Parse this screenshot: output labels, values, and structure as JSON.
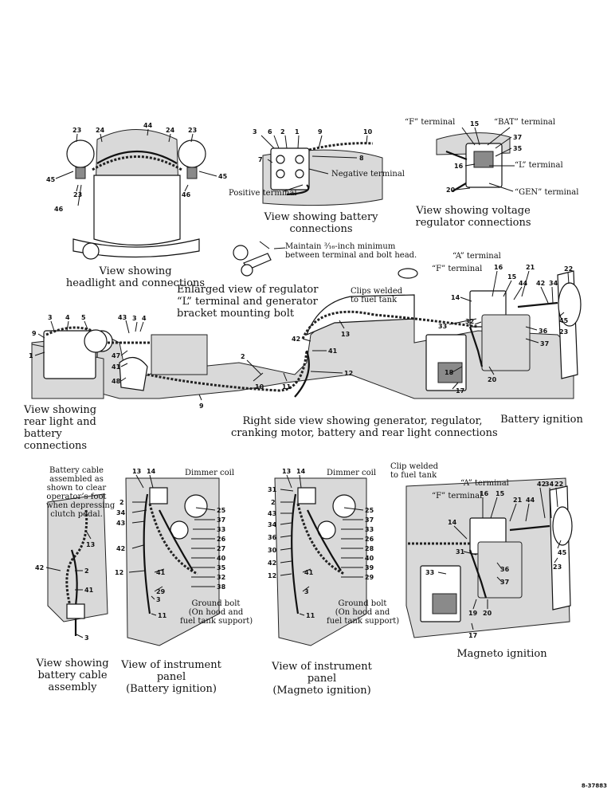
{
  "captions": {
    "headlight": [
      "View showing",
      "headlight and connections"
    ],
    "battery_connections": [
      "View showing battery",
      "connections"
    ],
    "regulator": [
      "View showing voltage",
      "regulator connections"
    ],
    "enlarged_l": [
      "Enlarged view of regulator",
      "“L” terminal and generator",
      "bracket mounting bolt"
    ],
    "rear_light": [
      "View showing",
      "rear light and",
      "battery",
      "connections"
    ],
    "right_side": [
      "Right side view showing generator, regulator,",
      "cranking motor, battery and rear light connections"
    ],
    "battery_ignition": "Battery ignition",
    "cable_assembly": [
      "View showing",
      "battery cable",
      "assembly"
    ],
    "panel_battery": [
      "View of instrument",
      "panel",
      "(Battery ignition)"
    ],
    "panel_magneto": [
      "View of instrument",
      "panel",
      "(Magneto ignition)"
    ],
    "magneto_ignition": "Magneto ignition"
  },
  "notes": {
    "maintain": [
      "Maintain ³⁄₁₆-inch minimum",
      "between terminal and bolt head."
    ],
    "clips_welded": [
      "Clips welded",
      "to fuel tank"
    ],
    "clip_welded": [
      "Clip welded",
      "to fuel tank"
    ],
    "cable_note": [
      "Battery cable",
      "assembled as",
      "shown to clear",
      "operator’s foot",
      "when depressing",
      "clutch pedal."
    ],
    "ground_bolt": [
      "Ground bolt",
      "(On hood and",
      "fuel tank support)"
    ],
    "dimmer_coil": "Dimmer coil",
    "negative_terminal": "Negative terminal",
    "positive_terminal": "Positive terminal",
    "f_terminal": "“F” terminal",
    "bat_terminal": "“BAT” terminal",
    "l_terminal": "“L” terminal",
    "gen_terminal": "“GEN” terminal",
    "a_terminal": "“A” terminal"
  },
  "part_number": "8-37883",
  "callouts": {
    "headlight": [
      "23",
      "24",
      "44",
      "24",
      "23",
      "45",
      "23",
      "46",
      "46",
      "45"
    ],
    "battery": [
      "3",
      "6",
      "2",
      "1",
      "9",
      "10",
      "8",
      "7"
    ],
    "regulator": [
      "15",
      "37",
      "35",
      "16",
      "20"
    ],
    "rear": [
      "3",
      "4",
      "5",
      "9",
      "1",
      "43",
      "3",
      "4",
      "47",
      "41",
      "48",
      "9"
    ],
    "right_side": [
      "16",
      "21",
      "22",
      "15",
      "44",
      "42",
      "34",
      "14",
      "45",
      "23",
      "13",
      "33",
      "32",
      "36",
      "37",
      "42",
      "41",
      "2",
      "12",
      "10",
      "11",
      "18",
      "20",
      "17"
    ],
    "cable": [
      "13",
      "42",
      "2",
      "41",
      "3"
    ],
    "panel_battery": [
      "13",
      "14",
      "2",
      "34",
      "43",
      "42",
      "12",
      "41",
      "29",
      "3",
      "11",
      "25",
      "37",
      "33",
      "26",
      "27",
      "40",
      "35",
      "32",
      "38"
    ],
    "panel_magneto": [
      "13",
      "14",
      "31",
      "2",
      "43",
      "34",
      "36",
      "30",
      "42",
      "12",
      "41",
      "3",
      "11",
      "25",
      "37",
      "33",
      "26",
      "28",
      "40",
      "39",
      "29"
    ],
    "magneto": [
      "16",
      "15",
      "21",
      "44",
      "42",
      "34",
      "22",
      "14",
      "31",
      "45",
      "36",
      "37",
      "23",
      "33",
      "19",
      "20",
      "17"
    ]
  }
}
